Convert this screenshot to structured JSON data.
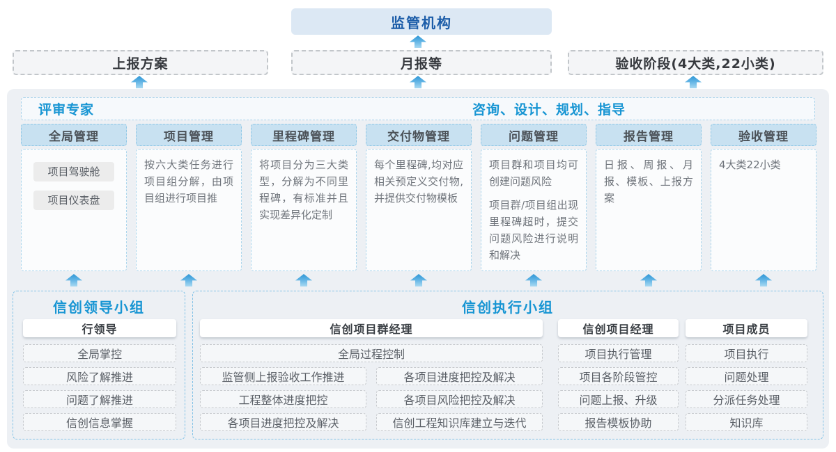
{
  "top_box": {
    "label": "监管机构"
  },
  "report_boxes": [
    {
      "label": "上报方案"
    },
    {
      "label": "月报等"
    },
    {
      "label": "验收阶段(4大类,22小类)"
    }
  ],
  "band": {
    "left_label": "评审专家",
    "right_label": "咨询、设计、规划、指导"
  },
  "columns": [
    {
      "title": "全局管理",
      "pills": [
        "项目驾驶舱",
        "项目仪表盘"
      ]
    },
    {
      "title": "项目管理",
      "body": "按六大类任务进行项目组分解，由项目组进行项目推"
    },
    {
      "title": "里程碑管理",
      "body": "将项目分为三大类型，分解为不同里程碑，有标准并且实现差异化定制"
    },
    {
      "title": "交付物管理",
      "body": "每个里程碑,均对应相关预定义交付物,并提供交付物模板"
    },
    {
      "title": "问题管理",
      "paragraphs": [
        "项目群和项目均可创建问题风险",
        "项目群/项目组出现里程碑超时，提交问题风险进行说明和解决"
      ]
    },
    {
      "title": "报告管理",
      "body": "日报、周报、月报、模板、上报方案"
    },
    {
      "title": "验收管理",
      "body": "4大类22小类"
    }
  ],
  "leader_group": {
    "title": "信创领导小组",
    "role": "行领导",
    "items": [
      "全局掌控",
      "风险了解推进",
      "问题了解推进",
      "信创信息掌握"
    ]
  },
  "exec_group": {
    "title": "信创执行小组",
    "program_manager": {
      "role": "信创项目群经理",
      "full_item": "全局过程控制",
      "left_items": [
        "监管侧上报验收工作推进",
        "工程整体进度把控",
        "各项目进度把控及解决"
      ],
      "right_items": [
        "各项目进度把控及解决",
        "各项目风险把控及解决",
        "信创工程知识库建立与迭代"
      ]
    },
    "project_manager": {
      "role": "信创项目经理",
      "items": [
        "项目执行管理",
        "项目各阶段管控",
        "问题上报、升级",
        "报告模板协助"
      ]
    },
    "member": {
      "role": "项目成员",
      "items": [
        "项目执行",
        "问题处理",
        "分派任务处理",
        "知识库"
      ]
    }
  },
  "colors": {
    "accent_blue": "#1795d3",
    "dark_blue": "#1b5ca8",
    "top_box_bg": "#dce8f4",
    "header_bg": "#c8e1f1",
    "container_bg": "#edf0f4",
    "arrow_blue": "#2d96d6"
  }
}
